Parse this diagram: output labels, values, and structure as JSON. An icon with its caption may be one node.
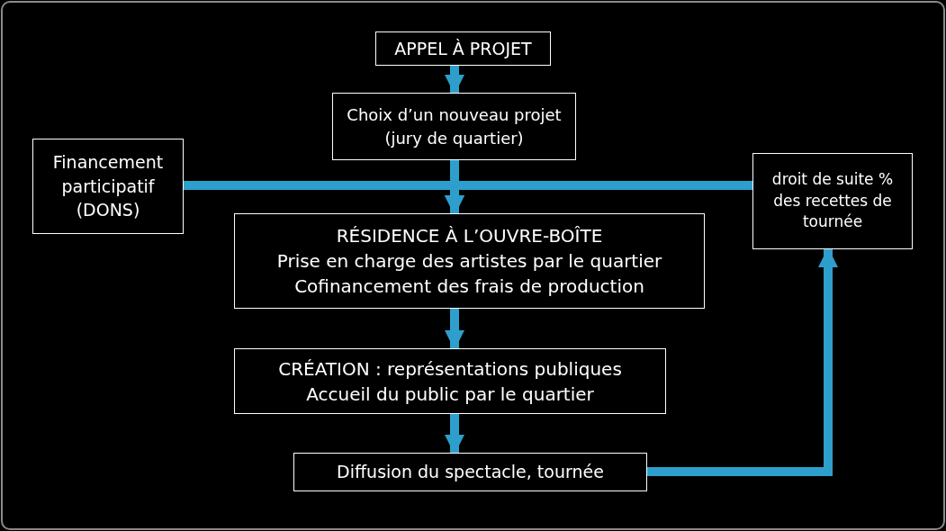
{
  "diagram": {
    "nodes": [
      {
        "text": [
          "APPEL À PROJET"
        ]
      },
      {
        "text": [
          "Choix d’un nouveau projet (jury de quartier)"
        ]
      },
      {
        "text": [
          "Financement participatif (DONS)"
        ]
      },
      {
        "text": [
          "droit de suite % des recettes de tournée"
        ]
      },
      {
        "text": [
          "RÉSIDENCE À L’OUVRE-BOÎTE",
          "Prise en charge des artistes par le quartier",
          "Cofinancement des frais de production"
        ]
      },
      {
        "text": [
          "CRÉATION : représentations publiques",
          "Accueil du public par le quartier"
        ]
      },
      {
        "text": [
          "Diffusion du spectacle, tournée"
        ]
      }
    ],
    "edges": [
      {
        "from": 0,
        "to": 1,
        "arrow": "to"
      },
      {
        "from": 1,
        "to": 4,
        "arrow": "to"
      },
      {
        "from": 2,
        "to": 4,
        "arrow": "to"
      },
      {
        "from": 3,
        "to": 4,
        "arrow": "to"
      },
      {
        "from": 4,
        "to": 5,
        "arrow": "to"
      },
      {
        "from": 5,
        "to": 6,
        "arrow": "to"
      },
      {
        "from": 6,
        "to": 3,
        "arrow": "to"
      }
    ]
  }
}
